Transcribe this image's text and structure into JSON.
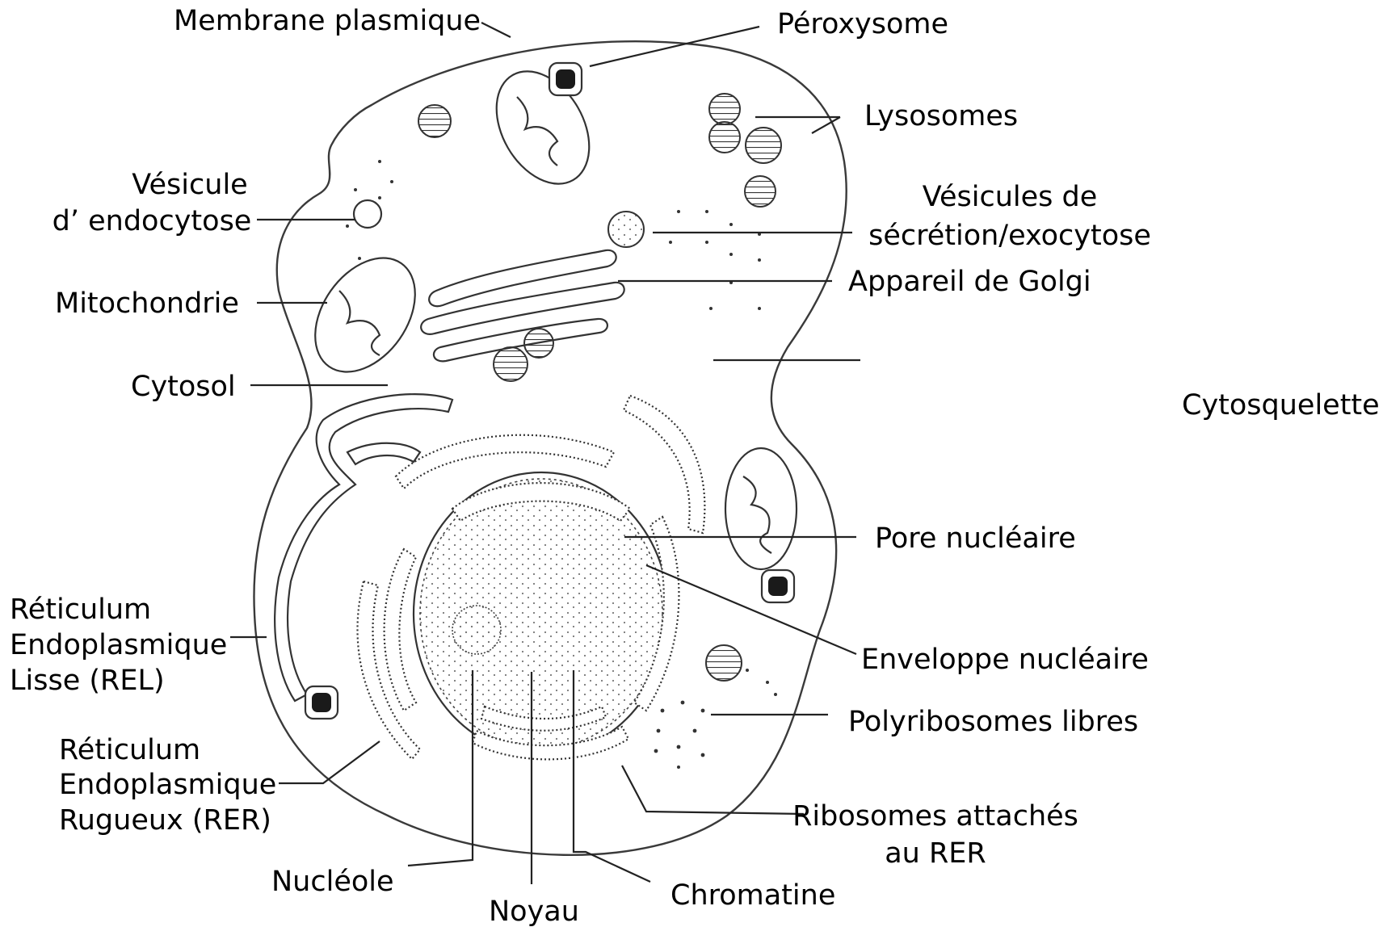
{
  "labels": {
    "membrane": "Membrane plasmique",
    "peroxysome": "Péroxysome",
    "lysosomes": "Lysosomes",
    "vesicule_endo_1": "Vésicule",
    "vesicule_endo_2": "d’ endocytose",
    "vesicules_sec_1": "Vésicules de",
    "vesicules_sec_2": "sécrétion/exocytose",
    "mitochondrie": "Mitochondrie",
    "golgi": "Appareil de Golgi",
    "cytosol": "Cytosol",
    "cytosquelette": "Cytosquelette",
    "pore": "Pore nucléaire",
    "rel_1": "Réticulum",
    "rel_2": "Endoplasmique",
    "rel_3": "Lisse (REL)",
    "enveloppe": "Enveloppe nucléaire",
    "polyribosomes": "Polyribosomes libres",
    "rer_1": "Réticulum",
    "rer_2": "Endoplasmique",
    "rer_3": "Rugueux (RER)",
    "ribosomes_1": "Ribosomes attachés",
    "ribosomes_2": "au RER",
    "nucleole": "Nucléole",
    "noyau": "Noyau",
    "chromatine": "Chromatine"
  },
  "colors": {
    "line": "#222222",
    "outline": "#3a3a3a",
    "organelle_fill": "#ffffff",
    "dark_core": "#1a1a1a"
  },
  "icons": [
    "peroxisome-icon",
    "lysosome-icon",
    "mitochondrion-icon",
    "golgi-icon",
    "nucleus-icon"
  ]
}
